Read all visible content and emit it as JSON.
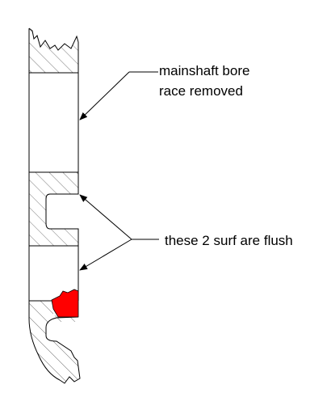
{
  "annotations": {
    "bore_line1": "mainshaft bore",
    "bore_line2": "race removed",
    "flush_label": "these 2 surf are flush"
  },
  "colors": {
    "outline": "#000000",
    "hatch": "#555555",
    "highlight": "#ff0000",
    "background": "#ffffff"
  }
}
